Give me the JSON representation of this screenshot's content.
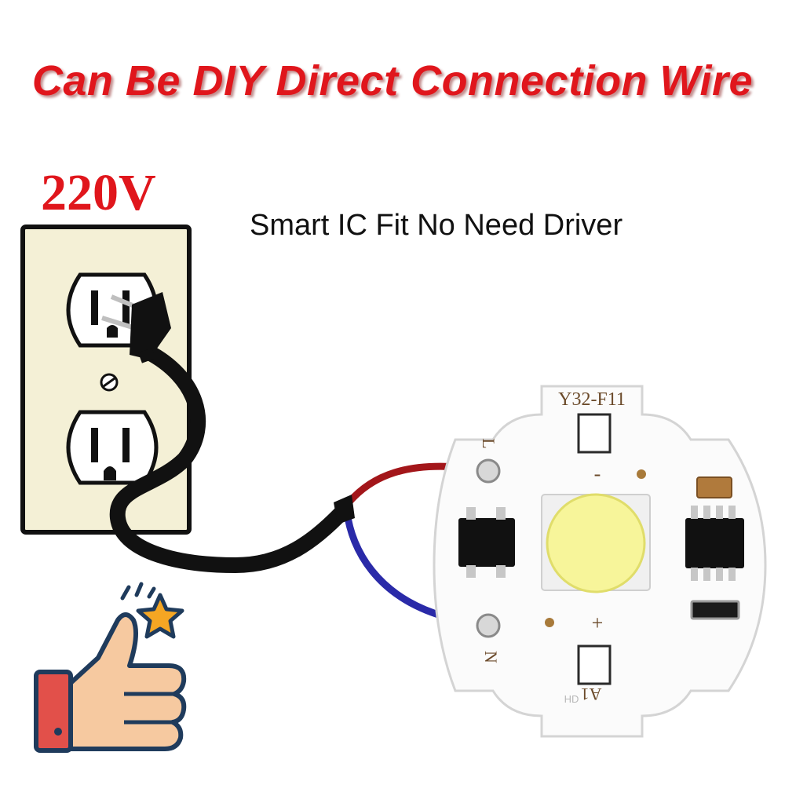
{
  "headline": "Can Be DIY Direct Connection Wire",
  "voltage_label": "220V",
  "subline": "Smart IC Fit No Need Driver",
  "board": {
    "model_label": "Y32-F11",
    "terminal_l": "L",
    "terminal_n": "N",
    "polarity_minus": "-",
    "polarity_plus": "+",
    "corner_mark": "A1",
    "small_mark": "HD"
  },
  "colors": {
    "headline": "#e0161c",
    "voltage": "#e0161c",
    "cable": "#111111",
    "wire_live": "#a3161a",
    "wire_neutral": "#2a2aa8",
    "outlet_plate": "#f4f0d6",
    "led_core": "#f7f59a",
    "thumb_skin": "#f6c9a0",
    "thumb_cuff": "#e2504a",
    "star": "#f5a623",
    "ink": "#1f3b5c"
  },
  "icons": [
    "wall-outlet-icon",
    "plug-icon",
    "thumbs-up-icon",
    "star-icon",
    "led-chip-icon"
  ]
}
